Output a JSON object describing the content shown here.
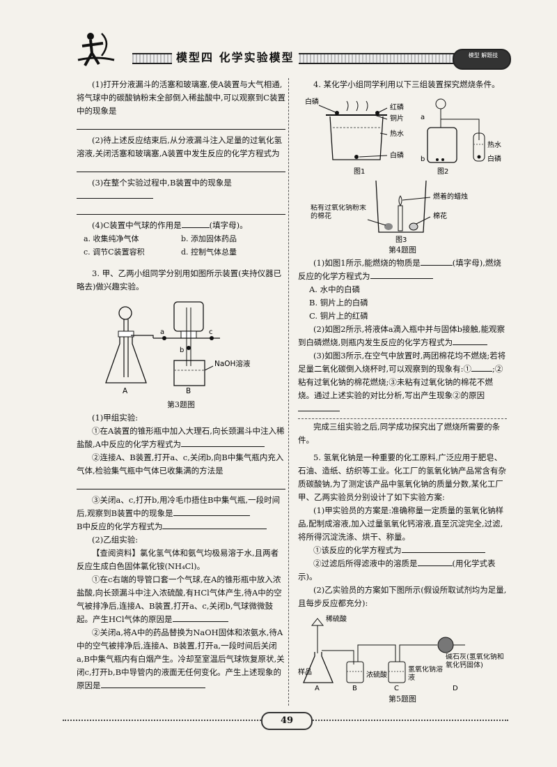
{
  "header": {
    "title": "模型四  化学实验模型",
    "badge": "模型 解题技"
  },
  "left": {
    "q_a1": "(1)打开分液漏斗的活塞和玻璃塞,使A装置与大气相通,将气球中的碳酸钠粉末全部倒入稀盐酸中,可以观察到C装置中的现象是",
    "q_a2": "(2)待上述反应结束后,从分液漏斗注入足量的过氧化氢溶液,关闭活塞和玻璃塞,A装置中发生反应的化学方程式为",
    "q_a3": "(3)在整个实验过程中,B装置中的现象是",
    "q_a4": "(4)C装置中气球的作用是",
    "q_a4_tail": "(填字母)。",
    "opt_a": "a. 收集纯净气体",
    "opt_b": "b. 添加固体药品",
    "opt_c": "c. 调节C装置容积",
    "opt_d": "d. 控制气体总量",
    "q3_intro": "3. 甲、乙两小组同学分别用如图所示装置(夹持仪器已略去)做兴趣实验。",
    "fig3_naoh": "NaOH溶液",
    "fig3_a": "A",
    "fig3_b": "B",
    "fig3_small_a": "a",
    "fig3_small_b": "b",
    "fig3_small_c": "c",
    "fig3_caption": "第3题图",
    "jia": "(1)甲组实验:",
    "jia1": "①在A装置的锥形瓶中加入大理石,向长颈漏斗中注入稀盐酸,A中反应的化学方程式为",
    "jia2": "②连接A、B装置,打开a、c,关闭b,向B中集气瓶内充入气体,检验集气瓶中气体已收集满的方法是",
    "jia3": "③关闭a、c,打开b,用冷毛巾捂住B中集气瓶,一段时间后,观察到B装置中的现象是",
    "jia3b": "B中反应的化学方程式为",
    "yi": "(2)乙组实验:",
    "yi_ref": "【查阅资料】氯化氢气体和氨气均极易溶于水,且两者反应生成白色固体氯化铵(NH₄Cl)。",
    "yi1": "①在c右端的导管口套一个气球,在A的锥形瓶中放入浓盐酸,向长颈漏斗中注入浓硫酸,有HCl气体产生,待A中的空气被排净后,连接A、B装置,打开a、c,关闭b,气球微微鼓起。产生HCl气体的原因是",
    "yi2": "②关闭a,将A中的药品替换为NaOH固体和浓氨水,待A中的空气被排净后,连接A、B装置,打开a,一段时间后关闭a,B中集气瓶内有白烟产生。冷却至室温后气球恢复原状,关闭c,打开b,B中导管内的液面无任何变化。产生上述现象的原因是"
  },
  "right": {
    "q4_intro": "4. 某化学小组同学利用以下三组装置探究燃烧条件。",
    "f1_baipin": "白磷",
    "f1_hongpin": "红磷",
    "f1_tongpian": "铜片",
    "f1_reshui": "热水",
    "f1_baipin2": "白磷",
    "f1_cap": "图1",
    "f2_a": "a",
    "f2_b": "b",
    "f2_reshui": "热水",
    "f2_baipin": "白磷",
    "f2_cap": "图2",
    "f3_left": "粘有过氧化钠粉末的棉花",
    "f3_candle": "燃着的蜡烛",
    "f3_cotton": "棉花",
    "f3_cap": "图3",
    "q4_fig": "第4题图",
    "q4_1": "(1)如图1所示,能燃烧的物质是",
    "q4_1_tail": "(填字母),燃烧反应的化学方程式为",
    "q4_opt_a": "A. 水中的白磷",
    "q4_opt_b": "B. 铜片上的白磷",
    "q4_opt_c": "C. 铜片上的红磷",
    "q4_2": "(2)如图2所示,将液体a滴入瓶中并与固体b接触,能观察到白磷燃烧,则瓶内发生反应的化学方程式为",
    "q4_3": "(3)如图3所示,在空气中放置时,两团棉花均不燃烧;若将足量二氧化碳倒入烧杯时,可以观察到的现象有:①",
    "q4_3b": ";②粘有过氧化钠的棉花燃烧;③未粘有过氧化钠的棉花不燃烧。通过上述实验的对比分析,写出产生现象②的原因",
    "q4_end": "完成三组实验之后,同学成功探究出了燃烧所需要的条件。",
    "q5_intro": "5. 氢氧化钠是一种重要的化工原料,广泛应用于肥皂、石油、造纸、纺织等工业。化工厂的氢氧化钠产品常含有杂质碳酸钠,为了测定该产品中氢氧化钠的质量分数,某化工厂甲、乙两实验员分别设计了如下实验方案:",
    "q5_1": "(1)甲实验员的方案是:准确称量一定质量的氢氧化钠样品,配制成溶液,加入过量氢氧化钙溶液,直至沉淀完全,过滤,将所得沉淀洗涤、烘干、称量。",
    "q5_1a": "①该反应的化学方程式为",
    "q5_1b": "②过滤后所得滤液中的溶质是",
    "q5_1b_tail": "(用化学式表示)。",
    "q5_2": "(2)乙实验员的方案如下图所示(假设所取试剂均为足量,且每步反应都充分):",
    "f5_acid": "稀硫酸",
    "f5_sample": "样品",
    "f5_h2so4": "浓硫酸",
    "f5_naoh": "氢氧化钠溶液",
    "f5_lime": "碱石灰(氢氧化钠和氧化钙固体)",
    "f5_a": "A",
    "f5_b": "B",
    "f5_c": "C",
    "f5_d": "D",
    "f5_cap": "第5题图"
  },
  "footer": {
    "page": "49"
  }
}
